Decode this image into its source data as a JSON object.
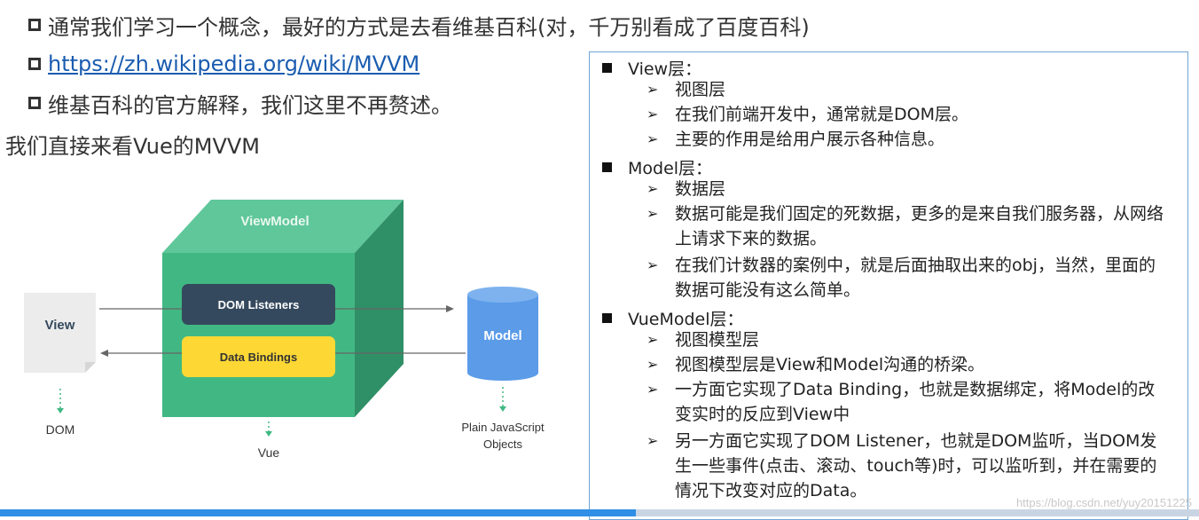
{
  "bullets": [
    {
      "text": "通常我们学习一个概念，最好的方式是去看维基百科(对，千万别看成了百度百科)"
    },
    {
      "text": "https://zh.wikipedia.org/wiki/MVVM"
    },
    {
      "text": "维基百科的官方解释，我们这里不再赘述。"
    }
  ],
  "intro": "我们直接来看Vue的MVVM",
  "diagram": {
    "viewmodel": "ViewModel",
    "dom_listeners": "DOM Listeners",
    "data_bindings": "Data Bindings",
    "view": "View",
    "model": "Model",
    "dom": "DOM",
    "vue": "Vue",
    "plain_js_1": "Plain JavaScript",
    "plain_js_2": "Objects",
    "colors": {
      "cube_front": "#41b883",
      "cube_top": "#5fc79a",
      "cube_side": "#2f8f66",
      "dom_pill": "#35495e",
      "data_pill": "#fdd835",
      "model": "#5b9be8"
    }
  },
  "panel": {
    "sections": [
      {
        "title": "View层：",
        "items": [
          "视图层",
          "在我们前端开发中，通常就是DOM层。",
          "主要的作用是给用户展示各种信息。"
        ]
      },
      {
        "title": "Model层：",
        "items": [
          "数据层",
          "数据可能是我们固定的死数据，更多的是来自我们服务器，从网络上请求下来的数据。",
          "在我们计数器的案例中，就是后面抽取出来的obj，当然，里面的数据可能没有这么简单。"
        ]
      },
      {
        "title": "VueModel层：",
        "items": [
          "视图模型层",
          "视图模型层是View和Model沟通的桥梁。",
          "一方面它实现了Data Binding，也就是数据绑定，将Model的改变实时的反应到View中",
          "另一方面它实现了DOM Listener，也就是DOM监听，当DOM发生一些事件(点击、滚动、touch等)时，可以监听到，并在需要的情况下改变对应的Data。"
        ]
      }
    ]
  },
  "video": {
    "progress": 0.53
  },
  "watermark": "https://blog.csdn.net/yuy20151225"
}
